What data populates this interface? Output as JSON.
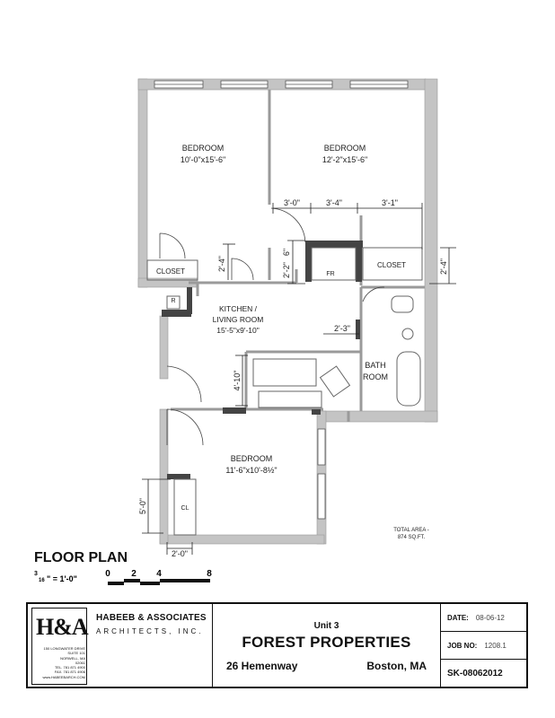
{
  "rooms": {
    "bedroom_1": {
      "name": "BEDROOM",
      "dims": "10'-0\"x15'-6\""
    },
    "bedroom_2": {
      "name": "BEDROOM",
      "dims": "12'-2\"x15'-6\""
    },
    "kitchen": {
      "name_line1": "KITCHEN /",
      "name_line2": "LIVING ROOM",
      "dims": "15'-5\"x9'-10\""
    },
    "bedroom_3": {
      "name": "BEDROOM",
      "dims": "11'-6\"x10'-8½\""
    },
    "bath": {
      "line1": "BATH",
      "line2": "ROOM"
    },
    "closet_1": "CLOSET",
    "closet_2": "CLOSET",
    "fridge": "FR",
    "ref": "R",
    "cl": "CL"
  },
  "dimensions": {
    "d3_0": "3'-0\"",
    "d3_4": "3'-4\"",
    "d3_1": "3'-1\"",
    "d2_4a": "2'-4\"",
    "d6": "6\"",
    "d2_2": "2'-2\"",
    "d2_4b": "2'-4\"",
    "d2_3": "2'-3\"",
    "d4_10": "4'-10\"",
    "d5_0": "5'-0\"",
    "d2_0": "2'-0\""
  },
  "total_area": {
    "line1": "TOTAL AREA -",
    "line2": "874 SQ.FT."
  },
  "plan_title": "FLOOR PLAN",
  "scale": {
    "text": "\" = 1'-0\"",
    "fraction_num": "3",
    "fraction_den": "16",
    "ticks": [
      "0",
      "2",
      "4",
      "8"
    ]
  },
  "title_block": {
    "logo": "H&A",
    "address_lines": [
      "150 LONGWATER DRIVE",
      "SUITE 101",
      "NORWELL, MA",
      "02061",
      "TEL. 781 871 4900",
      "FAX. 781 871 4906",
      "www.HABEEBARCH.COM"
    ],
    "firm_name": "HABEEB & ASSOCIATES",
    "firm_sub": "ARCHITECTS, INC.",
    "unit": "Unit 3",
    "project": "FOREST PROPERTIES",
    "street": "26 Hemenway",
    "city": "Boston, MA",
    "date_label": "DATE:",
    "date_value": "08-06-12",
    "job_label": "JOB NO:",
    "job_value": "1208.1",
    "sheet": "SK-08062012"
  }
}
